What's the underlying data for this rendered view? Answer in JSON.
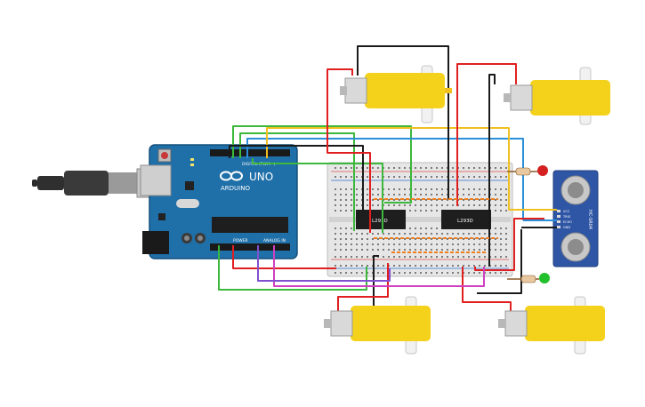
{
  "arduino": {
    "logo": "ARDUINO",
    "model": "UNO",
    "header_digital": "DIGITAL (PWM~)",
    "header_power": "POWER",
    "header_analog": "ANALOG IN"
  },
  "drivers": [
    {
      "label": "L293D"
    },
    {
      "label": "L293D"
    }
  ],
  "sensor": {
    "model": "HC-SR04",
    "pins": [
      "VCC",
      "TRIG",
      "ECHO",
      "GND"
    ]
  },
  "leds": [
    {
      "color": "#d42020"
    },
    {
      "color": "#22c02a"
    }
  ],
  "wire_colors": {
    "red": "#e02020",
    "black": "#1a1a1a",
    "green": "#3cb83c",
    "blue": "#2a8fd8",
    "yellow": "#f0c020",
    "orange": "#f08020",
    "magenta": "#d040c0",
    "purple": "#8050d0"
  },
  "palette": {
    "board": "#1f6fa8",
    "breadboard": "#e6e6e6",
    "motor": "#f4d21c",
    "sensor": "#2f56a5"
  }
}
